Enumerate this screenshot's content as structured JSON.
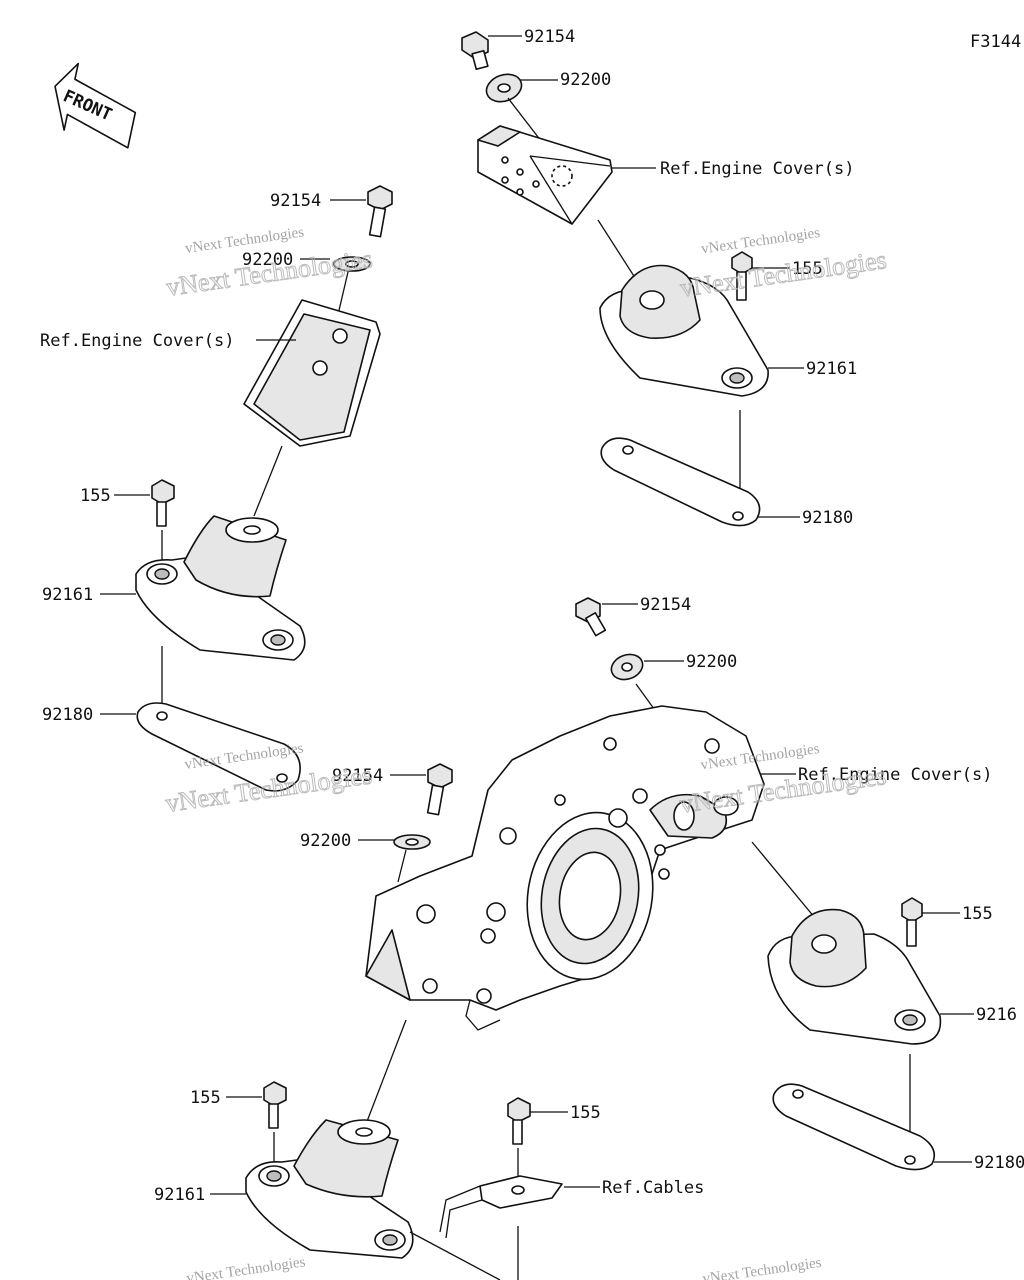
{
  "figure_code": "F3144",
  "front_label": "FRONT",
  "watermark": {
    "line1": "vNext Technologies",
    "line2": "vNext Technologies"
  },
  "labels": {
    "bolt_92154": "92154",
    "washer_92200": "92200",
    "bolt_155": "155",
    "damper_92161": "92161",
    "damper_92161_cut": "9216",
    "plate_92180": "92180",
    "plate_92180_cut": "92180",
    "ref_engine_cover": "Ref.Engine Cover(s)",
    "ref_cables": "Ref.Cables"
  }
}
